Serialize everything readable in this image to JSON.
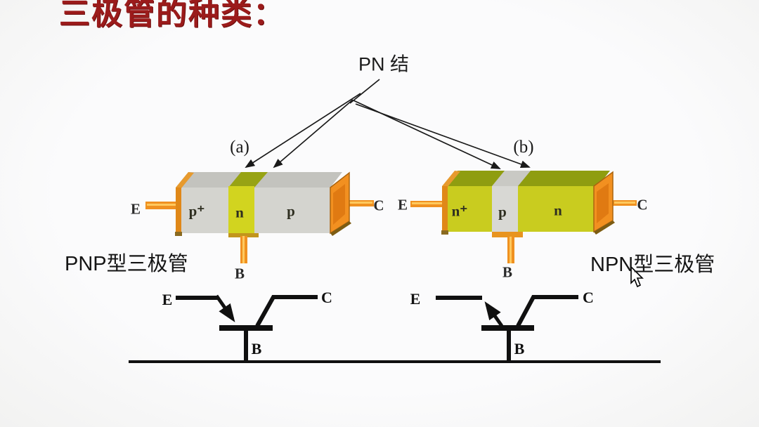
{
  "title": "三极管的种类：",
  "pn_junction": {
    "label": "PN 结"
  },
  "diagram_a": {
    "tag": "(a)",
    "regions": [
      "p⁺",
      "n",
      "p"
    ],
    "emitter": "E",
    "collector": "C",
    "base": "B",
    "caption": "PNP型三极管"
  },
  "diagram_b": {
    "tag": "(b)",
    "regions": [
      "n⁺",
      "p",
      "n"
    ],
    "emitter": "E",
    "collector": "C",
    "base": "B",
    "caption": "NPN型三极管"
  },
  "symbol_pnp": {
    "emitter": "E",
    "collector": "C",
    "base": "B"
  },
  "symbol_npn": {
    "emitter": "E",
    "collector": "C",
    "base": "B"
  },
  "colors": {
    "title_red": "#9b1b1b",
    "lead_orange": "#f09120",
    "cap_orange": "#f29020",
    "body_gray": "#d4d4cf",
    "body_yellow": "#c9cc1f",
    "yellow_strip": "#d2d41f",
    "top_gray": "#c3c3be",
    "top_olive": "#8f9d10",
    "line_black": "#1a1a1a",
    "background": "#fafafb"
  }
}
